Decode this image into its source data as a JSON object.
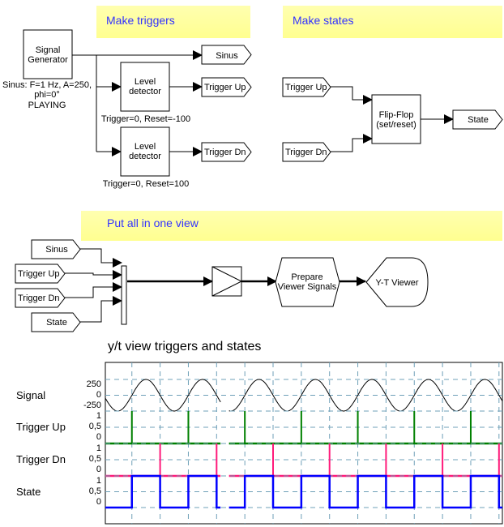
{
  "notes": {
    "make_triggers": "Make triggers",
    "make_states": "Make states",
    "put_all": "Put all in one view"
  },
  "blocks": {
    "signal_generator": {
      "line1": "Signal",
      "line2": "Generator",
      "param1": "Sinus:  F=1 Hz, A=250,",
      "param2": "phi=0°",
      "status": "PLAYING"
    },
    "level_detector_up": {
      "line1": "Level",
      "line2": "detector",
      "params": "Trigger=0, Reset=-100"
    },
    "level_detector_dn": {
      "line1": "Level",
      "line2": "detector",
      "params": "Trigger=0, Reset=100"
    },
    "flip_flop": {
      "line1": "Flip-Flop",
      "line2": "(set/reset)"
    },
    "prepare": {
      "line1": "Prepare",
      "line2": "Viewer Signals"
    },
    "yt_viewer": {
      "label": "Y-T Viewer"
    }
  },
  "tags": {
    "sinus": "Sinus",
    "trigger_up": "Trigger Up",
    "trigger_dn": "Trigger Dn",
    "state": "State"
  },
  "chart_data": {
    "type": "line",
    "title": "y/t view triggers and states",
    "grid": true,
    "x_unit": "s",
    "xlim": [
      0,
      7.03
    ],
    "gap": [
      2.04,
      2.19
    ],
    "rows": [
      {
        "name": "Signal",
        "color": "#000000",
        "kind": "sine",
        "amplitude": 250,
        "frequency": 1,
        "zero_cross_up": 0.47,
        "yticks": [
          "250",
          "0",
          "-250"
        ],
        "ylim": [
          -250,
          250
        ]
      },
      {
        "name": "Trigger Up",
        "color": "#008000",
        "kind": "pulses",
        "times": [
          0.47,
          1.47,
          2.47,
          3.47,
          4.47,
          5.47,
          6.47
        ],
        "yticks": [
          "1",
          "0,5",
          "0"
        ],
        "ylim": [
          0,
          1
        ]
      },
      {
        "name": "Trigger Dn",
        "color": "#ff1a7a",
        "kind": "pulses",
        "times": [
          0.97,
          1.97,
          2.97,
          3.97,
          4.97,
          5.97,
          6.97
        ],
        "yticks": [
          "1",
          "0,5",
          "0"
        ],
        "ylim": [
          0,
          1
        ]
      },
      {
        "name": "State",
        "color": "#0000ff",
        "kind": "square",
        "rise": [
          0.47,
          1.47,
          2.47,
          3.47,
          4.47,
          5.47,
          6.47
        ],
        "fall": [
          0.97,
          1.97,
          2.97,
          3.97,
          4.97,
          5.97,
          6.97
        ],
        "yticks": [
          "1",
          "0,5",
          "0"
        ],
        "ylim": [
          0,
          1
        ]
      }
    ]
  }
}
